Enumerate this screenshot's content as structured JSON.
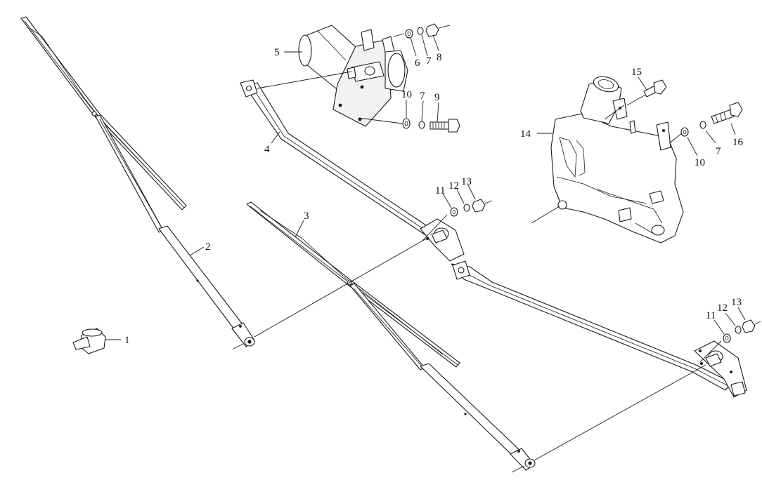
{
  "diagram": {
    "callouts": [
      {
        "id": "c1",
        "label": "1"
      },
      {
        "id": "c2",
        "label": "2"
      },
      {
        "id": "c3",
        "label": "3"
      },
      {
        "id": "c4",
        "label": "4"
      },
      {
        "id": "c5",
        "label": "5"
      },
      {
        "id": "c6",
        "label": "6"
      },
      {
        "id": "c7a",
        "label": "7"
      },
      {
        "id": "c8",
        "label": "8"
      },
      {
        "id": "c10a",
        "label": "10"
      },
      {
        "id": "c7b",
        "label": "7"
      },
      {
        "id": "c9",
        "label": "9"
      },
      {
        "id": "c15",
        "label": "15"
      },
      {
        "id": "c14",
        "label": "14"
      },
      {
        "id": "c16",
        "label": "16"
      },
      {
        "id": "c7c",
        "label": "7"
      },
      {
        "id": "c10b",
        "label": "10"
      },
      {
        "id": "c11a",
        "label": "11"
      },
      {
        "id": "c12a",
        "label": "12"
      },
      {
        "id": "c13a",
        "label": "13"
      },
      {
        "id": "c11b",
        "label": "11"
      },
      {
        "id": "c12b",
        "label": "12"
      },
      {
        "id": "c13b",
        "label": "13"
      }
    ]
  }
}
